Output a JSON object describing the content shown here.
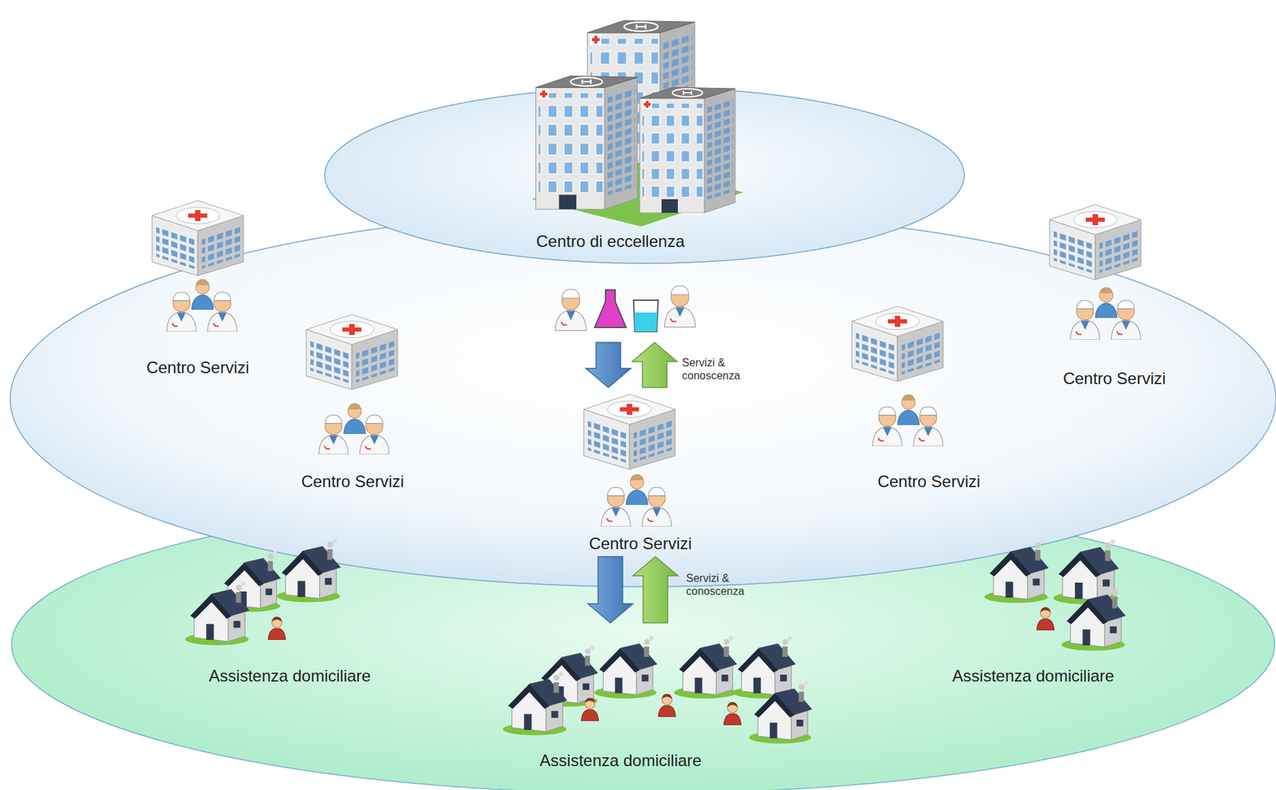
{
  "diagram": {
    "nodes": [
      {
        "text": [
          "Centro di eccellenza"
        ]
      },
      {
        "text": [
          "Centro Servizi"
        ]
      },
      {
        "text": [
          "Centro Servizi"
        ]
      },
      {
        "text": [
          "Centro Servizi"
        ]
      },
      {
        "text": [
          "Centro Servizi"
        ]
      },
      {
        "text": [
          "Centro Servizi"
        ]
      },
      {
        "text": [
          "Assistenza domiciliare"
        ]
      },
      {
        "text": [
          "Assistenza domiciliare"
        ]
      },
      {
        "text": [
          "Assistenza domiciliare"
        ]
      }
    ],
    "edges": [
      {
        "from": 0,
        "to": 5,
        "arrow": "to"
      },
      {
        "from": 5,
        "to": 0,
        "arrow": "to",
        "label": "Servizi & conoscenza"
      },
      {
        "from": 5,
        "to": 8,
        "arrow": "to"
      },
      {
        "from": 8,
        "to": 5,
        "arrow": "to",
        "label": "Servizi & conoscenza"
      }
    ]
  }
}
